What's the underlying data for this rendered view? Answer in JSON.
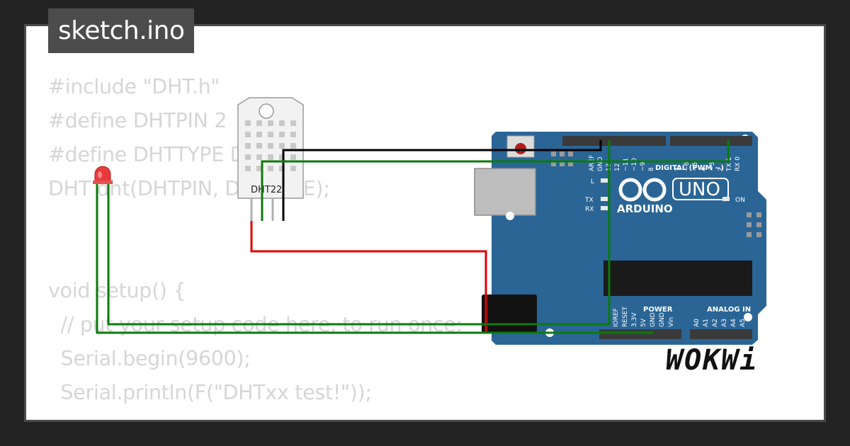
{
  "page": {
    "title": "sketch.ino"
  },
  "code": {
    "lines": [
      "#include \"DHT.h\"",
      "#define DHTPIN 2",
      "#define DHTTYPE DHT22",
      "DHT dht(DHTPIN, DHTTYPE);",
      "",
      "",
      "void setup() {",
      "  // put your setup code here, to run once:",
      "  Serial.begin(9600);",
      "  Serial.println(F(\"DHTxx test!\"));"
    ]
  },
  "sensor": {
    "label": "DHT22"
  },
  "arduino": {
    "brand": "ARDUINO",
    "model": "UNO",
    "digital_header": "DIGITAL (PWM ~)",
    "power_header": "POWER",
    "analog_header": "ANALOG IN",
    "top_pins": [
      "AREF",
      "GND",
      "13",
      "12",
      "~11",
      "~10",
      "~9",
      "8",
      "7",
      "~6",
      "~5",
      "4",
      "~3",
      "2",
      "TX 1",
      "RX 0"
    ],
    "power_pins": [
      "IOREF",
      "RESET",
      "3.3V",
      "5V",
      "GND",
      "GND",
      "Vin"
    ],
    "analog_pins": [
      "A0",
      "A1",
      "A2",
      "A3",
      "A4",
      "A5"
    ],
    "led_l": "L",
    "led_tx": "TX",
    "led_rx": "RX",
    "led_on": "ON"
  },
  "brand": {
    "logo_text": "WOKWi"
  },
  "colors": {
    "board": "#2a6596",
    "wire_gnd": "#000000",
    "wire_signal": "#0b7a0b",
    "wire_power": "#e00000",
    "led": "#e83a3a"
  }
}
